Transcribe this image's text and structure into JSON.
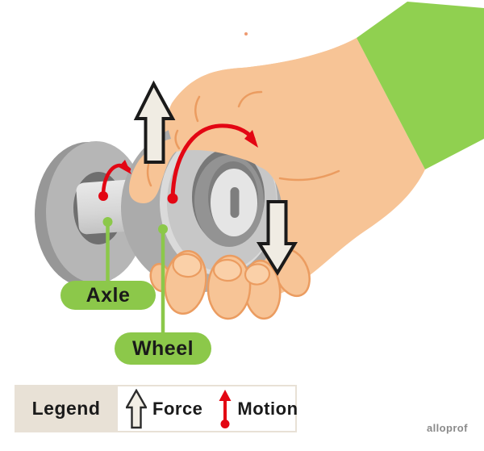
{
  "diagram": {
    "title_semantic": "Wheel and axle demonstrated by a hand turning a doorknob",
    "labels": {
      "axle": "Axle",
      "wheel": "Wheel"
    },
    "legend": {
      "title": "Legend",
      "force_label": "Force",
      "motion_label": "Motion"
    },
    "watermark": "alloprof",
    "icons": {
      "force": "hollow-outlined-arrow",
      "motion": "red-arrow-with-dot-tail"
    },
    "colors": {
      "sleeve_green": "#90D050",
      "label_green": "#8CC84A",
      "skin": "#F7C496",
      "skin_outline": "#EB9C60",
      "motion_red": "#E30613",
      "force_arrow_fill": "#F0ECE3",
      "legend_beige": "#E8E1D6",
      "knob_gray": "#ABABAB",
      "text_dark": "#1A1A1A",
      "watermark_gray": "#8A8A8A"
    }
  }
}
